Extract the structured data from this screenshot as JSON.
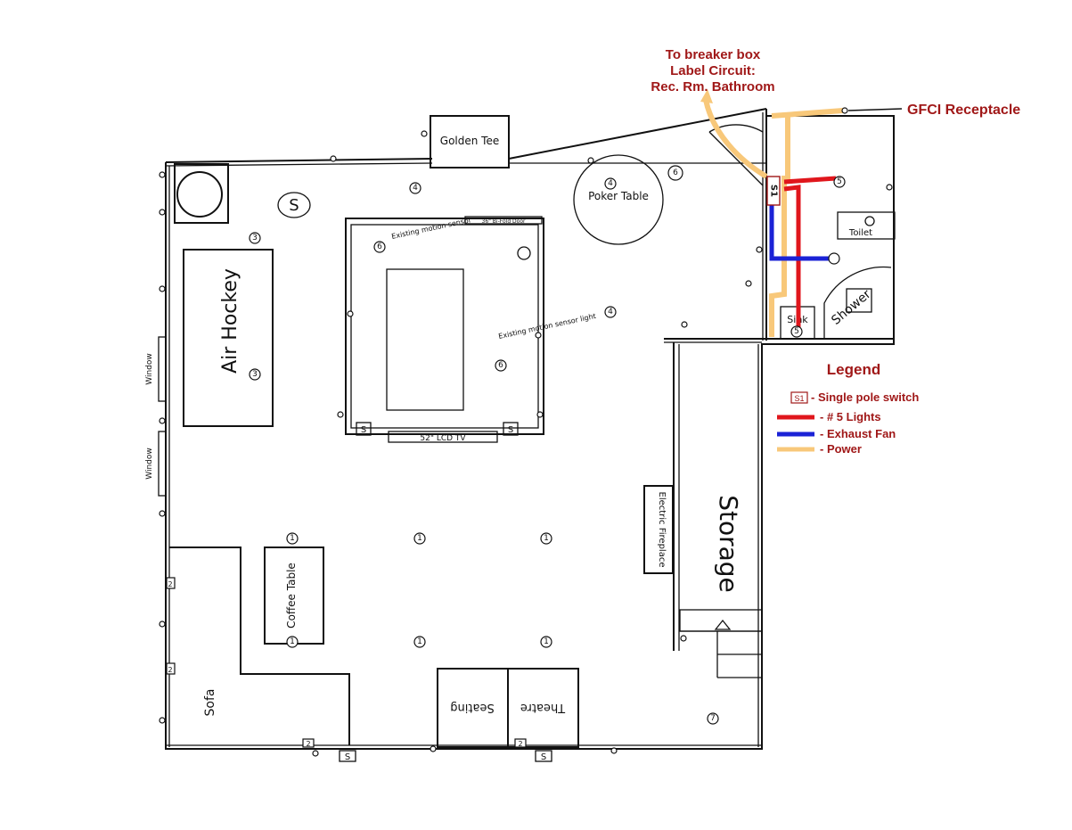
{
  "annotations": {
    "breaker_line1": "To breaker box",
    "breaker_line2": "Label Circuit:",
    "breaker_line3": "Rec. Rm. Bathroom",
    "gfci": "GFCI Receptacle"
  },
  "legend": {
    "title": "Legend",
    "switch_badge": "S1",
    "items": [
      {
        "label": "- Single pole switch",
        "kind": "switch"
      },
      {
        "label": "- # 5 Lights",
        "kind": "line",
        "color": "#e0161c"
      },
      {
        "label": "- Exhaust Fan",
        "kind": "line",
        "color": "#1a22d6"
      },
      {
        "label": "- Power",
        "kind": "line",
        "color": "#f8c87a"
      }
    ]
  },
  "rooms": {
    "golden_tee": "Golden Tee",
    "poker_table": "Poker Table",
    "air_hockey": "Air Hockey",
    "bifold_door": "36\" Bi-Fold Door",
    "lcd_tv": "52\" LCD TV",
    "existing_sensor_1": "Existing motion sensor",
    "existing_sensor_2": "Existing motion sensor light",
    "toilet": "Toilet",
    "shower": "Shower",
    "sink": "Sink",
    "window": "Window",
    "storage": "Storage",
    "fireplace": "Electric Fireplace",
    "coffee_table": "Coffee Table",
    "sofa": "Sofa",
    "theatre": "Theatre",
    "seating": "Seating"
  },
  "fixtures": {
    "f1": "1",
    "f2": "2",
    "f3": "3",
    "f4": "4",
    "f5": "5",
    "f6": "6",
    "f7": "7",
    "s": "S"
  },
  "colors": {
    "lights": "#e0161c",
    "fan": "#1a22d6",
    "power": "#f8c87a",
    "annotation": "#a01818"
  }
}
